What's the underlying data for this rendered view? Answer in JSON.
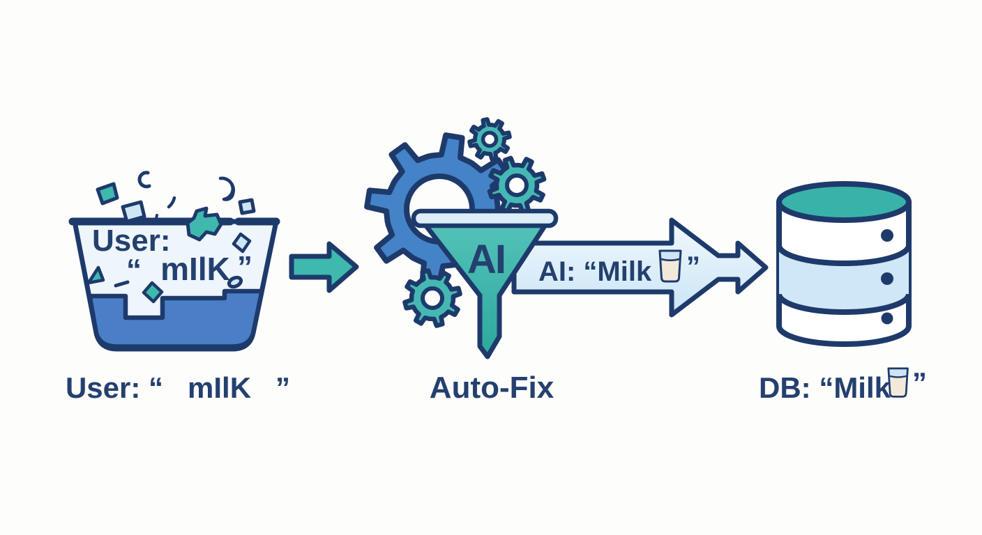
{
  "diagram_title": "messy-input to clean-database auto-fix flow",
  "palette": {
    "navy_outline": "#1e3a6b",
    "text_navy": "#24406f",
    "teal": "#3fb8ae",
    "gear_blue": "#4583c8",
    "liquid_blue": "#4a7fc7",
    "light_blue": "#cfe6f5",
    "pale_interior": "#eef5fb",
    "banner_fill": "#e7f3fb",
    "milk_cream": "#f2e9d8",
    "db_band_blue": "#cfe7f6",
    "background": "#fdfdfb"
  },
  "stage_input": {
    "bucket_line1": "User:",
    "quote_open": "“",
    "value": "mIlK",
    "quote_close": "”",
    "caption": "User: “   mIlK   ”"
  },
  "stage_process": {
    "funnel_label": "AI",
    "caption": "Auto-Fix",
    "banner_prefix": "AI: “Milk",
    "banner_suffix": "”",
    "banner_icon": "milk-glass-icon"
  },
  "stage_output": {
    "caption_prefix": "DB: “Milk",
    "caption_suffix": "”",
    "caption_icon": "milk-glass-icon"
  }
}
